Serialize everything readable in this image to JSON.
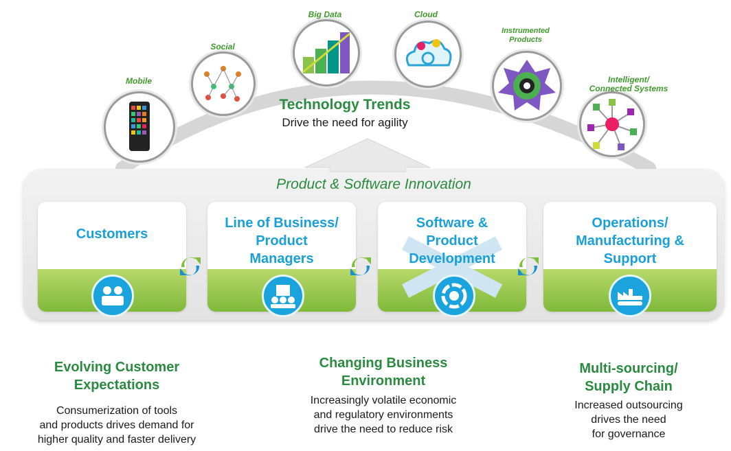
{
  "trends": {
    "items": [
      {
        "label": "Mobile",
        "icon": "mobile-phone-icon"
      },
      {
        "label": "Social",
        "icon": "social-network-icon"
      },
      {
        "label": "Big Data",
        "icon": "big-data-cubes-icon"
      },
      {
        "label": "Cloud",
        "icon": "cloud-icon"
      },
      {
        "label": "Instrumented\nProducts",
        "icon": "instrumented-product-icon"
      },
      {
        "label": "Intelligent/\nConnected Systems",
        "icon": "connected-systems-icon"
      }
    ],
    "title": "Technology Trends",
    "subtitle": "Drive the need for agility"
  },
  "innovation": {
    "title": "Product & Software Innovation",
    "stages": [
      {
        "label": "Customers",
        "icon": "customers-icon"
      },
      {
        "label": "Line of Business/\nProduct\nManagers",
        "icon": "business-managers-icon"
      },
      {
        "label": "Software &\nProduct\nDevelopment",
        "icon": "development-cycle-icon"
      },
      {
        "label": "Operations/\nManufacturing &\nSupport",
        "icon": "factory-icon"
      }
    ]
  },
  "challenges": [
    {
      "title": "Evolving Customer\nExpectations",
      "description": "Consumerization of tools\nand products drives demand for\nhigher quality and faster delivery"
    },
    {
      "title": "Changing Business\nEnvironment",
      "description": "Increasingly volatile economic\nand regulatory environments\ndrive the need to reduce risk"
    },
    {
      "title": "Multi-sourcing/\nSupply Chain",
      "description": "Increased outsourcing\ndrives the need\nfor governance"
    }
  ],
  "colors": {
    "green": "#2a8a3f",
    "blue": "#1aa0d8",
    "label_green": "#3f9b2c"
  }
}
